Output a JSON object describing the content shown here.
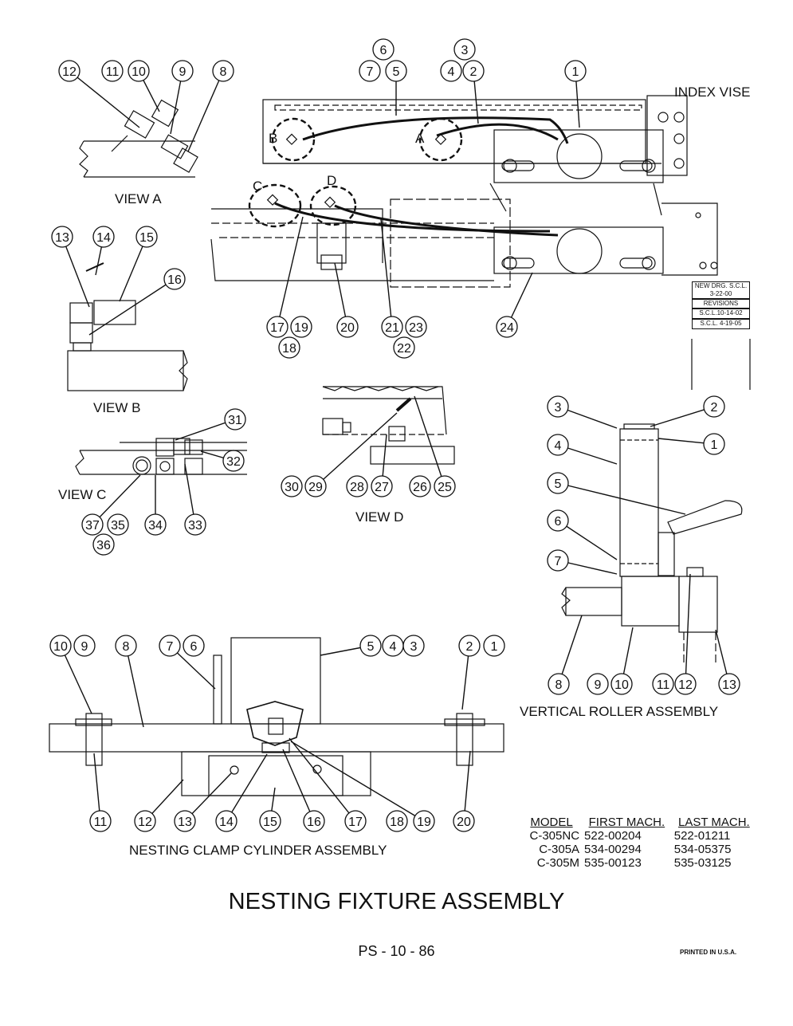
{
  "title": "NESTING FIXTURE ASSEMBLY",
  "page_number": "PS - 10 - 86",
  "printed": "PRINTED IN U.S.A.",
  "labels": {
    "view_a": "VIEW A",
    "view_b": "VIEW B",
    "view_c": "VIEW C",
    "view_d": "VIEW D",
    "index_vise": "INDEX VISE",
    "vertical_roller": "VERTICAL ROLLER ASSEMBLY",
    "nesting_clamp": "NESTING CLAMP CYLINDER ASSEMBLY",
    "detail_a": "A",
    "detail_b": "B",
    "detail_c": "C",
    "detail_d": "D"
  },
  "revisions": {
    "new_drawing": "NEW DRG. S.C.L. 3-22-00",
    "header": "REVISIONS",
    "rev1": "S.C.L.10-14-02",
    "rev2": "S.C.L. 4-19-05"
  },
  "model_table": {
    "headers": [
      "MODEL",
      "FIRST MACH.",
      "LAST MACH."
    ],
    "rows": [
      [
        "C-305NC",
        "522-00204",
        "522-01211"
      ],
      [
        "C-305A",
        "534-00294",
        "534-05375"
      ],
      [
        "C-305M",
        "535-00123",
        "535-03125"
      ]
    ]
  },
  "callouts": {
    "main": [
      "1",
      "2",
      "3",
      "4",
      "5",
      "6",
      "7",
      "17",
      "18",
      "19",
      "20",
      "21",
      "22",
      "23",
      "24"
    ],
    "view_a": [
      "8",
      "9",
      "10",
      "11",
      "12"
    ],
    "view_b": [
      "13",
      "14",
      "15",
      "16"
    ],
    "view_c": [
      "31",
      "32",
      "33",
      "34",
      "35",
      "36",
      "37"
    ],
    "view_d": [
      "25",
      "26",
      "27",
      "28",
      "29",
      "30"
    ],
    "vertical_roller": [
      "1",
      "2",
      "3",
      "4",
      "5",
      "6",
      "7",
      "8",
      "9",
      "10",
      "11",
      "12",
      "13"
    ],
    "nesting_clamp": [
      "1",
      "2",
      "3",
      "4",
      "5",
      "6",
      "7",
      "8",
      "9",
      "10",
      "11",
      "12",
      "13",
      "14",
      "15",
      "16",
      "17",
      "18",
      "19",
      "20"
    ]
  }
}
